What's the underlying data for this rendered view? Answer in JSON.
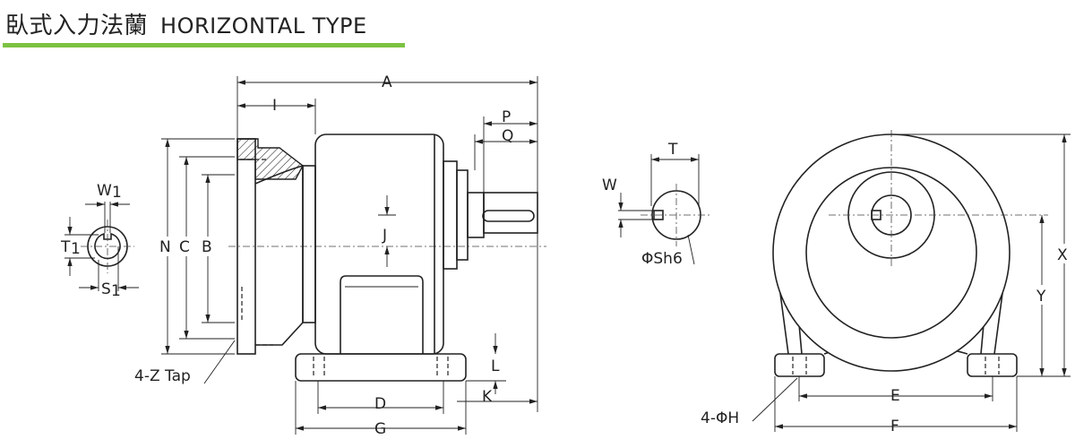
{
  "header": {
    "title_zh": "臥式入力法蘭",
    "title_en": "HORIZONTAL TYPE",
    "accent_color": "#7dc242"
  },
  "labels": {
    "A": "A",
    "I": "I",
    "P": "P",
    "Q": "Q",
    "J": "J",
    "N": "N",
    "C": "C",
    "B": "B",
    "L": "L",
    "K": "K",
    "D": "D",
    "G": "G",
    "W1": "W",
    "W1_sub": "1",
    "T1": "T",
    "T1_sub": "1",
    "S1": "S",
    "S1_sub": "1",
    "Z_tap": "4-Z Tap",
    "T": "T",
    "W": "W",
    "Sh6": "ΦSh6",
    "X": "X",
    "Y": "Y",
    "E": "E",
    "F": "F",
    "H": "4-ΦH"
  }
}
